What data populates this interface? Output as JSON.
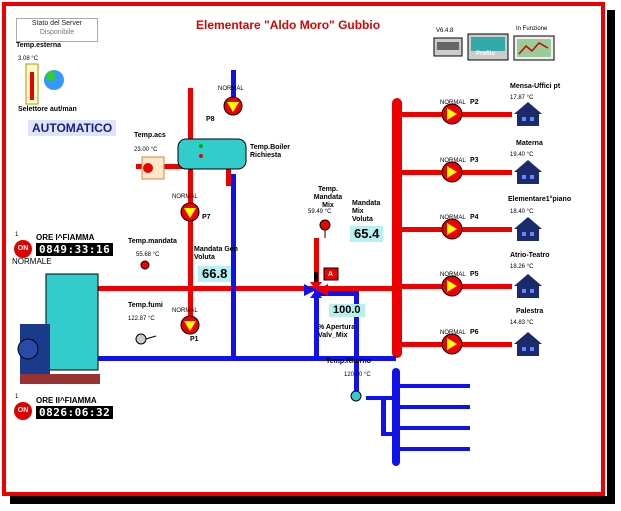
{
  "header": {
    "title": "Elementare \"Aldo Moro\" Gubbio"
  },
  "server": {
    "label": "Stato del Server",
    "value": "Disponibile"
  },
  "version": "V6.4.8",
  "in_funzione": "In Funzione",
  "profile_label": "Profilo",
  "temp_esterna": {
    "label": "Temp.esterna",
    "value": "3.08 °C"
  },
  "selettore": {
    "label": "Selettore aut/man",
    "value": "AUTOMATICO"
  },
  "temp_acs": {
    "label": "Temp.acs",
    "value": "23.00 °C"
  },
  "temp_boiler": {
    "label": "Temp.Boiler Richiesta"
  },
  "temp_mandata": {
    "label": "Temp.mandata",
    "value": "55.68 °C"
  },
  "temp_fumi": {
    "label": "Temp.fumi",
    "value": "122.87 °C"
  },
  "mandata_gen": {
    "label": "Mandata Gen Voluta",
    "value": "66.8"
  },
  "temp_mandata_mix": {
    "label": "Temp. Mandata Mix",
    "value": "59.49 °C"
  },
  "mandata_mix": {
    "label": "Mandata Mix Voluta",
    "value": "65.4"
  },
  "apertura": {
    "label": "% Apertura Valv_Mix",
    "value": "100.0"
  },
  "valve_mode": "A",
  "temp_ritorno": {
    "label": "Temp.Ritorno",
    "value": "120.00 °C"
  },
  "burner1": {
    "num": "1",
    "state": "ON",
    "label": "ORE I^FIAMMA",
    "counter": "0849:33:16",
    "status": "NORMALE"
  },
  "burner2": {
    "num": "1",
    "state": "ON",
    "label": "ORE II^FIAMMA",
    "counter": "0826:06:32"
  },
  "pumps": {
    "p8": {
      "name": "P8",
      "status": "NORMAL"
    },
    "p7": {
      "name": "P7",
      "status": "NORMAL"
    },
    "p1": {
      "name": "P1",
      "status": "NORMAL"
    }
  },
  "zones": [
    {
      "pump": "P2",
      "status": "NORMAL",
      "name": "Mensa-Uffici pt",
      "temp": "17.87 °C"
    },
    {
      "pump": "P3",
      "status": "NORMAL",
      "name": "Materna",
      "temp": "19.40 °C"
    },
    {
      "pump": "P4",
      "status": "NORMAL",
      "name": "Elementare1°piano",
      "temp": "18.40 °C"
    },
    {
      "pump": "P5",
      "status": "NORMAL",
      "name": "Atrio-Teatro",
      "temp": "18.26 °C"
    },
    {
      "pump": "P6",
      "status": "NORMAL",
      "name": "Palestra",
      "temp": "14.83 °C"
    }
  ],
  "colors": {
    "hot_pipe": "#ee0000",
    "cold_pipe": "#1111ee",
    "border": "#ee0000",
    "boiler": "#33cccc"
  }
}
